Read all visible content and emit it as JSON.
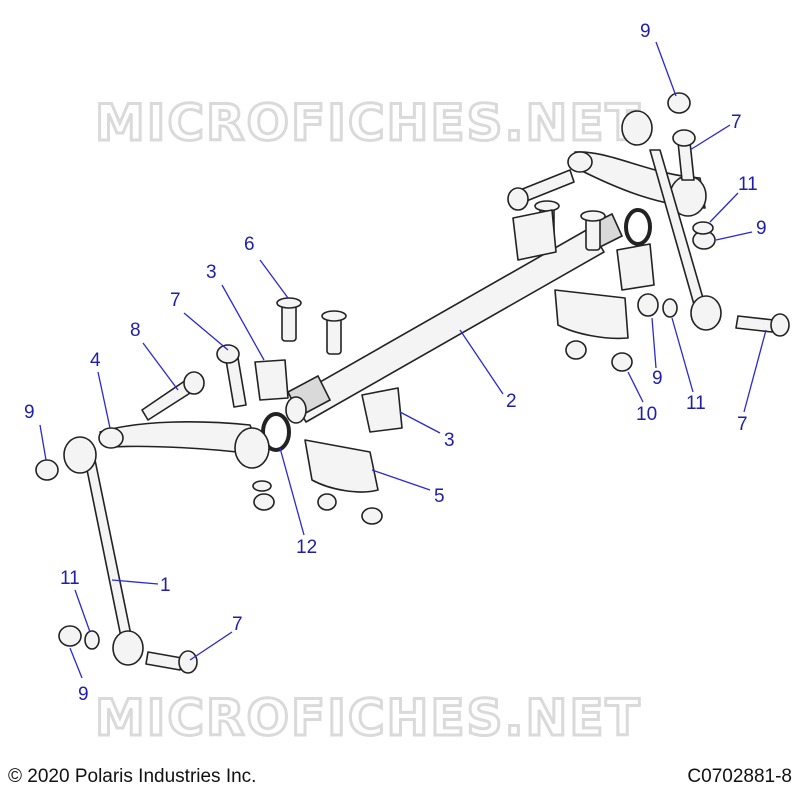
{
  "watermark": "MICROFICHES.NET",
  "footer": {
    "copyright": "© 2020 Polaris Industries Inc.",
    "figure_id": "C0702881-8"
  },
  "callouts": [
    {
      "id": "c1",
      "label": "1"
    },
    {
      "id": "c2",
      "label": "2"
    },
    {
      "id": "c3a",
      "label": "3"
    },
    {
      "id": "c3b",
      "label": "3"
    },
    {
      "id": "c4",
      "label": "4"
    },
    {
      "id": "c5",
      "label": "5"
    },
    {
      "id": "c6",
      "label": "6"
    },
    {
      "id": "c7a",
      "label": "7"
    },
    {
      "id": "c7b",
      "label": "7"
    },
    {
      "id": "c7c",
      "label": "7"
    },
    {
      "id": "c7d",
      "label": "7"
    },
    {
      "id": "c8",
      "label": "8"
    },
    {
      "id": "c9a",
      "label": "9"
    },
    {
      "id": "c9b",
      "label": "9"
    },
    {
      "id": "c9c",
      "label": "9"
    },
    {
      "id": "c9d",
      "label": "9"
    },
    {
      "id": "c9e",
      "label": "9"
    },
    {
      "id": "c10",
      "label": "10"
    },
    {
      "id": "c11a",
      "label": "11"
    },
    {
      "id": "c11b",
      "label": "11"
    },
    {
      "id": "c11c",
      "label": "11"
    },
    {
      "id": "c12",
      "label": "12"
    }
  ],
  "colors": {
    "callout": "#1e1eaa",
    "leader": "#2a2ad0",
    "line": "#222222"
  }
}
